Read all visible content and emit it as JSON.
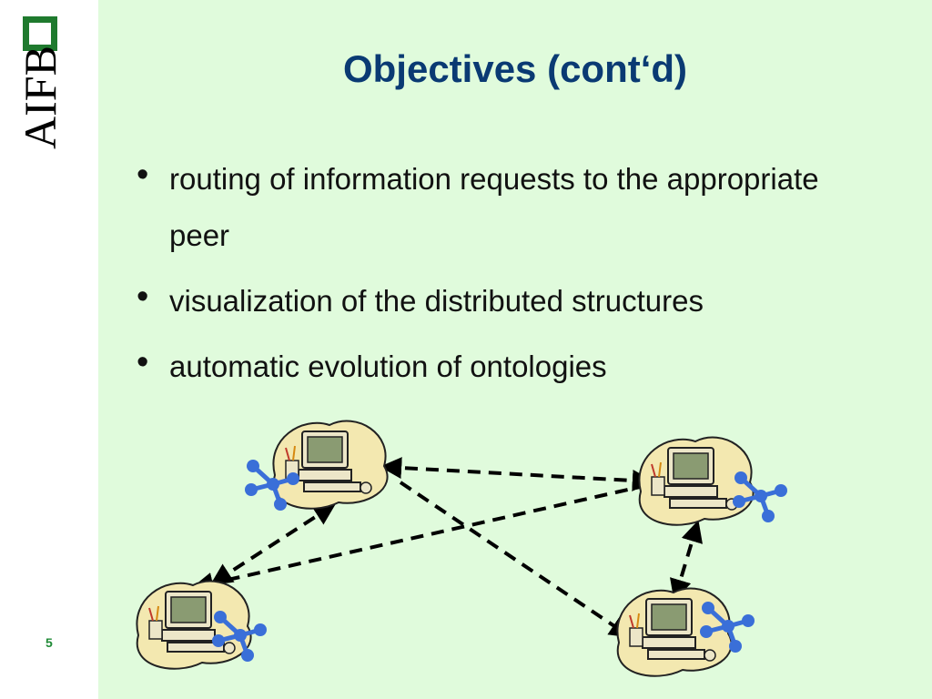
{
  "slide": {
    "title": "Objectives (cont‘d)",
    "page_number": "5",
    "bullets": [
      "routing of information requests to the appropriate peer",
      "visualization of the distributed structures",
      "automatic evolution of ontologies"
    ]
  },
  "logo": {
    "text": "AIFB",
    "accent_color": "#1f7a2e"
  },
  "colors": {
    "background": "#e0fbdc",
    "title": "#0a3a73",
    "node": "#3a6fd8",
    "cloud": "#f3e8b0"
  },
  "icons": {
    "peer": "computer-icon",
    "ontology": "ontology-graph-icon"
  }
}
